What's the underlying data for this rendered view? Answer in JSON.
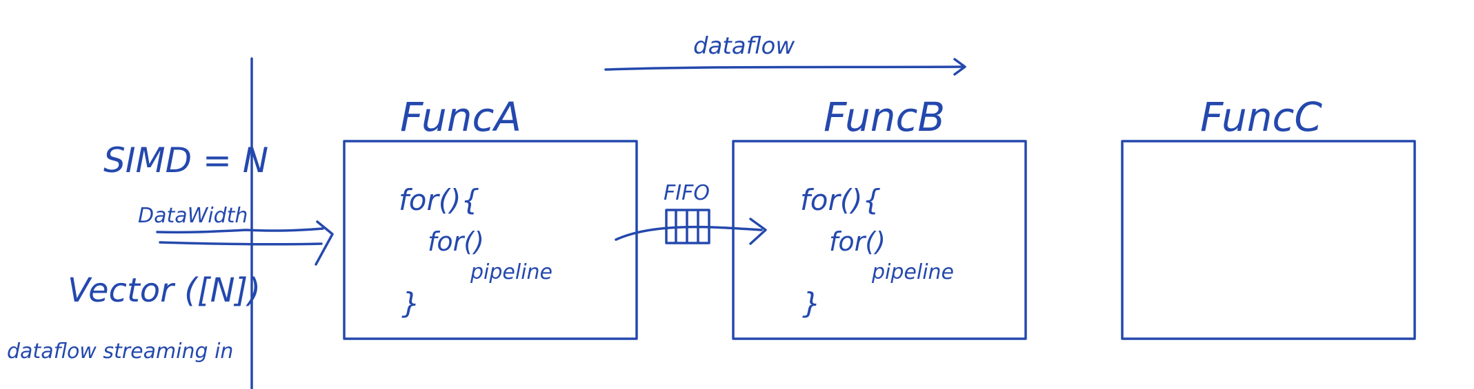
{
  "colors": {
    "ink": "#2448ad",
    "background": "#ffffff"
  },
  "top_flow": {
    "label": "dataflow"
  },
  "left_notes": {
    "simd": "SIMD = N",
    "data_width": "DataWidth",
    "vector": "Vector ([N])",
    "streaming": "dataflow streaming in"
  },
  "functions": [
    {
      "title": "FuncA",
      "code": [
        "for(){",
        "for()",
        "pipeline",
        "}"
      ]
    },
    {
      "title": "FuncB",
      "code": [
        "for(){",
        "for()",
        "pipeline",
        "}"
      ]
    },
    {
      "title": "FuncC",
      "code": []
    }
  ],
  "fifo": {
    "label": "FIFO"
  }
}
